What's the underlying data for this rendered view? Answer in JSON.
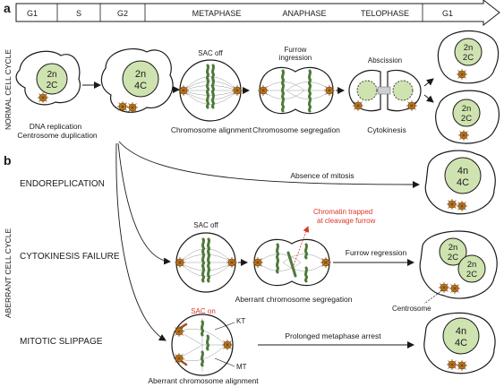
{
  "panel_labels": {
    "a": "a",
    "b": "b"
  },
  "phases": [
    "G1",
    "S",
    "G2",
    "METAPHASE",
    "ANAPHASE",
    "TELOPHASE",
    "G1"
  ],
  "side_labels": {
    "normal": "NORMAL CELL CYCLE",
    "aberrant": "ABERRANT CELL CYCLE"
  },
  "ploidy": {
    "c1_n": "2n",
    "c1_c": "2C",
    "c2_n": "2n",
    "c2_c": "4C",
    "d1_n": "2n",
    "d1_c": "2C",
    "d2_n": "2n",
    "d2_c": "2C",
    "endo_n": "4n",
    "endo_c": "4C",
    "cyto1_n": "2n",
    "cyto1_c": "2C",
    "cyto2_n": "2n",
    "cyto2_c": "2C",
    "slip_n": "4n",
    "slip_c": "4C"
  },
  "normal": {
    "caption_dna": "DNA replication",
    "caption_centrosome": "Centrosome duplication",
    "sac_off": "SAC off",
    "furrow_line1": "Furrow",
    "furrow_line2": "ingression",
    "abscission": "Abscission",
    "chrom_alignment": "Chromosome alignment",
    "chrom_segregation": "Chromosome segregation",
    "cytokinesis": "Cytokinesis"
  },
  "aberrant": {
    "endoreplication": "ENDOREPLICATION",
    "absence_mitosis": "Absence of mitosis",
    "cytokinesis_failure": "CYTOKINESIS FAILURE",
    "sac_off": "SAC off",
    "chromatin_line1": "Chromatin trapped",
    "chromatin_line2": "at cleavage furrow",
    "furrow_regression": "Furrow regression",
    "aberrant_segregation": "Aberrant chromosome segregation",
    "centrosome": "Centrosome",
    "mitotic_slippage": "MITOTIC SLIPPAGE",
    "sac_on": "SAC on",
    "kt": "KT",
    "mt": "MT",
    "prolonged_arrest": "Prolonged metaphase arrest",
    "aberrant_alignment": "Aberrant chromosome alignment"
  },
  "colors": {
    "nucleus": "#cfe3b0",
    "chromosome": "#4f7a3a",
    "centrosome": "#d98a2b",
    "red_text": "#d9382a",
    "spindle": "#9a9a9a",
    "outline": "#1a1a1a"
  }
}
